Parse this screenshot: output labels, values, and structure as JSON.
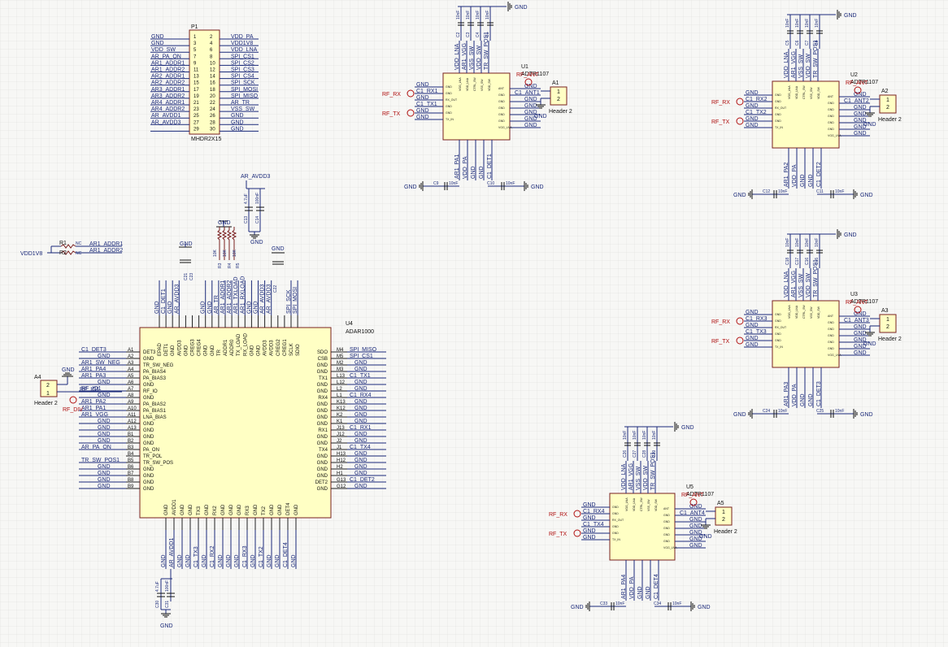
{
  "header": {
    "designator": "P1",
    "footprint": "MHDR2X15",
    "left_pins": [
      "1",
      "3",
      "5",
      "7",
      "9",
      "11",
      "13",
      "15",
      "17",
      "19",
      "21",
      "23",
      "25",
      "27",
      "29"
    ],
    "right_pins": [
      "2",
      "4",
      "6",
      "8",
      "10",
      "12",
      "14",
      "16",
      "18",
      "20",
      "22",
      "24",
      "26",
      "28",
      "30"
    ],
    "left_nets": [
      "GND",
      "GND",
      "VDD_SW",
      "AR_PA_ON",
      "AR1_ADDR1",
      "AR1_ADDR2",
      "AR2_ADDR1",
      "AR2_ADDR2",
      "AR3_ADDR1",
      "AR3_ADDR2",
      "AR4_ADDR1",
      "AR4_ADDR2",
      "AR_AVDD1",
      "AR_AVDD3",
      ""
    ],
    "right_nets": [
      "VDD_PA",
      "VDD1V8",
      "VDD_LNA",
      "SPI_CS1",
      "SPI_CS2",
      "SPI_CS3",
      "SPI_CS4",
      "SPI_SCK",
      "SPI_MOSI",
      "SPI_MISO",
      "AR_TR",
      "VSS_SW",
      "GND",
      "GND",
      "GND"
    ]
  },
  "beamformer": {
    "designator": "U4",
    "part": "ADAR1000",
    "left_pins": [
      {
        "num": "A1",
        "name": "DET3",
        "net": "C1_DET3"
      },
      {
        "num": "A2",
        "name": "GND",
        "net": "GND"
      },
      {
        "num": "A3",
        "name": "TR_SW_NEG",
        "net": "AR1_SW_NEG"
      },
      {
        "num": "A4",
        "name": "PA_BIAS4",
        "net": "AR1_PA4"
      },
      {
        "num": "A5",
        "name": "PA_BIAS3",
        "net": "AR1_PA3"
      },
      {
        "num": "A6",
        "name": "GND",
        "net": "GND"
      },
      {
        "num": "A7",
        "name": "RF_IO",
        "net": "RF_IO1"
      },
      {
        "num": "A8",
        "name": "GND",
        "net": "GND"
      },
      {
        "num": "A9",
        "name": "PA_BIAS2",
        "net": "AR1_PA2"
      },
      {
        "num": "A10",
        "name": "PA_BIAS1",
        "net": "AR1_PA1"
      },
      {
        "num": "A11",
        "name": "LNA_BIAS",
        "net": "AR1_VGG"
      },
      {
        "num": "A12",
        "name": "GND",
        "net": "GND"
      },
      {
        "num": "A13",
        "name": "GND",
        "net": "GND"
      },
      {
        "num": "B1",
        "name": "GND",
        "net": "GND"
      },
      {
        "num": "B2",
        "name": "GND",
        "net": "GND"
      },
      {
        "num": "B3",
        "name": "PA_ON",
        "net": "AR_PA_ON"
      },
      {
        "num": "B4",
        "name": "TR_POL",
        "net": ""
      },
      {
        "num": "B5",
        "name": "TR_SW_POS",
        "net": "TR_SW_POS1"
      },
      {
        "num": "B6",
        "name": "GND",
        "net": "GND"
      },
      {
        "num": "B7",
        "name": "GND",
        "net": "GND"
      },
      {
        "num": "B8",
        "name": "GND",
        "net": "GND"
      },
      {
        "num": "B9",
        "name": "GND",
        "net": "GND"
      }
    ],
    "right_pins": [
      {
        "num": "M4",
        "name": "SDO",
        "net": "SPI_MISO"
      },
      {
        "num": "M5",
        "name": "CSB",
        "net": "SPI_CS1"
      },
      {
        "num": "M2",
        "name": "GND",
        "net": "GND"
      },
      {
        "num": "M3",
        "name": "GND",
        "net": "GND"
      },
      {
        "num": "L13",
        "name": "TX1",
        "net": "C1_TX1"
      },
      {
        "num": "L12",
        "name": "GND",
        "net": "GND"
      },
      {
        "num": "L2",
        "name": "GND",
        "net": "GND"
      },
      {
        "num": "L1",
        "name": "RX4",
        "net": "C1_RX4"
      },
      {
        "num": "K13",
        "name": "GND",
        "net": "GND"
      },
      {
        "num": "K12",
        "name": "GND",
        "net": "GND"
      },
      {
        "num": "K2",
        "name": "GND",
        "net": "GND"
      },
      {
        "num": "K1",
        "name": "GND",
        "net": "GND"
      },
      {
        "num": "J13",
        "name": "RX1",
        "net": "C1_RX1"
      },
      {
        "num": "J12",
        "name": "GND",
        "net": "GND"
      },
      {
        "num": "J2",
        "name": "GND",
        "net": "GND"
      },
      {
        "num": "J1",
        "name": "TX4",
        "net": "C1_TX4"
      },
      {
        "num": "H13",
        "name": "GND",
        "net": "GND"
      },
      {
        "num": "H12",
        "name": "GND",
        "net": "GND"
      },
      {
        "num": "H2",
        "name": "GND",
        "net": "GND"
      },
      {
        "num": "H1",
        "name": "GND",
        "net": "GND"
      },
      {
        "num": "G13",
        "name": "DET2",
        "net": "C1_DET2"
      },
      {
        "num": "G12",
        "name": "GND",
        "net": "GND"
      }
    ],
    "top_pins": [
      "EPAD",
      "DET1",
      "GND",
      "AVDD3",
      "GND",
      "CREG3",
      "CREG4",
      "GND",
      "GND",
      "TR",
      "ADDR1",
      "ADDR0",
      "TX_LOAD",
      "RX_LOAD",
      "GND",
      "GND",
      "AVDD3",
      "AVDD3",
      "CREG2",
      "CREG1",
      "SCLK",
      "SDIO"
    ],
    "top_nets": [
      "GND",
      "C1_DET1",
      "GND",
      "AR_AVDD3",
      "",
      "",
      "",
      "GND",
      "GND",
      "AR_TR",
      "AR1_ADDR1",
      "AR1_ADDR2",
      "AR1_TXLOAD",
      "AR1_RXLOAD",
      "GND",
      "GND",
      "AR_AVDD3",
      "AR_AVDD3",
      "",
      "",
      "SPI_SCK",
      "SPI_MOSI"
    ],
    "bottom_pins": [
      "GND",
      "AVDD1",
      "GND",
      "GND",
      "TX3",
      "GND",
      "RX2",
      "GND",
      "GND",
      "GND",
      "RX3",
      "GND",
      "TX2",
      "GND",
      "GND",
      "DET4",
      "GND"
    ],
    "bottom_nets": [
      "GND",
      "AR_AVDD1",
      "GND",
      "GND",
      "C1_TX3",
      "GND",
      "C1_RX2",
      "GND",
      "GND",
      "GND",
      "C1_RX3",
      "GND",
      "C1_TX2",
      "GND",
      "GND",
      "C1_DET4",
      "GND"
    ]
  },
  "frontends": [
    {
      "designator": "U1",
      "part": "ADTR1107",
      "rx_net": "C1_RX1",
      "tx_net": "C1_TX1",
      "ant_net": "C1_ANT1",
      "pa_net": "AR1_PA1",
      "det_net": "C1_DET1",
      "top_nets": [
        "VDD_LNA",
        "AR1_VGG",
        "VSS_SW",
        "VDD_SW",
        "TR_SW_POS1"
      ],
      "top_caps": [
        "C2",
        "C3",
        "C4",
        "C1"
      ],
      "bottom_caps": [
        "C9",
        "C10"
      ],
      "cap_value": "10nF",
      "header": "A1"
    },
    {
      "designator": "U2",
      "part": "ADTR1107",
      "rx_net": "C1_RX2",
      "tx_net": "C1_TX2",
      "ant_net": "C1_ANT2",
      "pa_net": "AR1_PA2",
      "det_net": "C1_DET2",
      "top_nets": [
        "VDD_LNA",
        "AR1_VGG",
        "VSS_SW",
        "VDD_SW",
        "TR_SW_POS1"
      ],
      "top_caps": [
        "C5",
        "C6",
        "C7",
        "C8"
      ],
      "bottom_caps": [
        "C12",
        "C11"
      ],
      "cap_value": "10nF",
      "header": "A2"
    },
    {
      "designator": "U3",
      "part": "ADTR1107",
      "rx_net": "C1_RX3",
      "tx_net": "C1_TX3",
      "ant_net": "C1_ANT3",
      "pa_net": "AR1_PA3",
      "det_net": "C1_DET3",
      "top_nets": [
        "VDD_LNA",
        "AR1_VGG",
        "VSS_SW",
        "VDD_SW",
        "TR_SW_POS1"
      ],
      "top_caps": [
        "C18",
        "C17",
        "C16",
        "C15"
      ],
      "bottom_caps": [
        "C24",
        "C25"
      ],
      "cap_value": "10nF",
      "header": "A3"
    },
    {
      "designator": "U5",
      "part": "ADTR1107",
      "rx_net": "C1_RX4",
      "tx_net": "C1_TX4",
      "ant_net": "C1_ANT4",
      "pa_net": "AR1_PA4",
      "det_net": "C1_DET4",
      "top_nets": [
        "VDD_LNA",
        "AR1_VGG",
        "VSS_SW",
        "VDD_SW",
        "TR_SW_POS1"
      ],
      "top_caps": [
        "C26",
        "C27",
        "C28",
        "C29"
      ],
      "bottom_caps": [
        "C33",
        "C34"
      ],
      "cap_value": "10nF",
      "header": "A5"
    }
  ],
  "labels": {
    "gnd": "GND",
    "rf_rx": "RF_RX",
    "rf_tx": "RF_TX",
    "rf_ant": "RF_ANT",
    "rf_div": "RF_DIV",
    "header2": "Header 2",
    "vdd1v8": "VDD1V8",
    "r1": "R1",
    "r2": "R2",
    "nc": "NC",
    "ar_avdd3": "AR_AVDD3",
    "ar_avdd1": "AR_AVDD1",
    "a4": "A4",
    "cap_4u7": "4.7uF",
    "cap_100n": "100nF",
    "cap_10k": "10K",
    "c13": "C13",
    "c14": "C14",
    "c22": "C22",
    "c30": "C30",
    "c31": "C31",
    "c21": "C21",
    "c23": "C23",
    "r3": "R3",
    "r4": "R4",
    "r5": "R5",
    "r6": "R6",
    "u1_gnd_pins": [
      "GND",
      "GND",
      "GND",
      "GND",
      "GND"
    ],
    "u_pin_small": [
      "GND",
      "GND",
      "RX_OUT",
      "GND",
      "GND",
      "TX_IN",
      "GND",
      "ANT",
      "GND",
      "GND",
      "GND",
      "GND",
      "GND",
      "VGG_LNA",
      "VDD_LNA",
      "CTRL_SW",
      "VSS_SW",
      "VDD_SW",
      "VDD_PA",
      "CPLR_OUT"
    ],
    "pin1": "1",
    "pin2": "2"
  }
}
